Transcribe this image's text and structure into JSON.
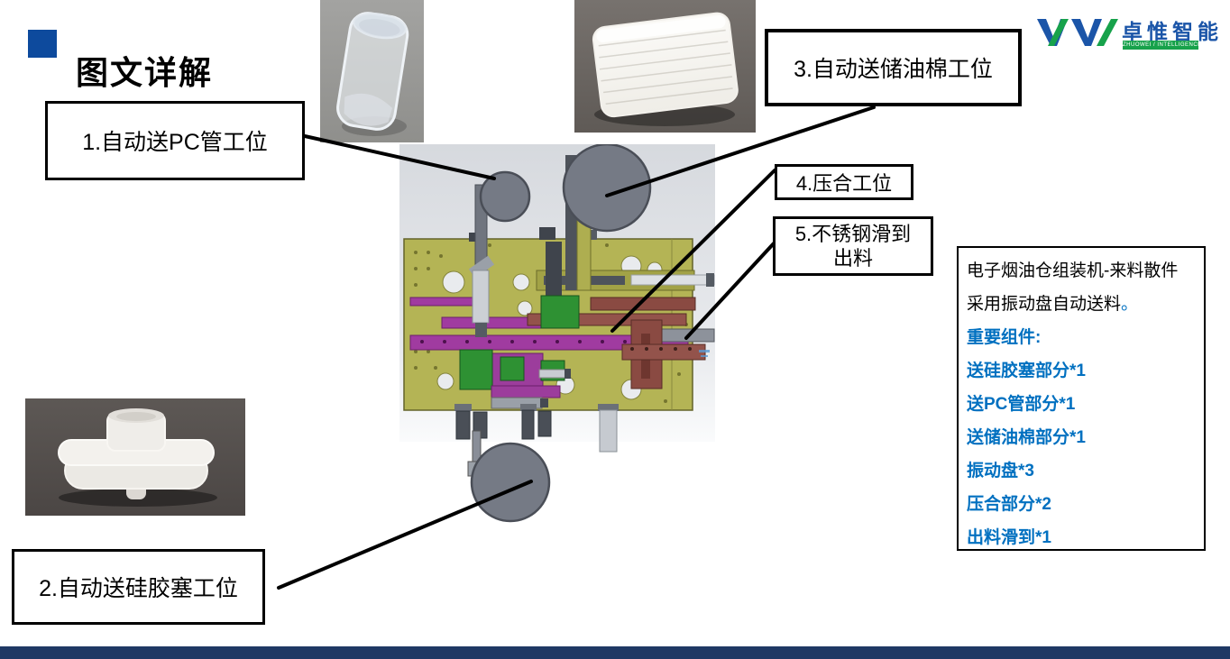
{
  "title": "图文详解",
  "logo": {
    "name": "卓惟智能",
    "subtitle": "ZHUOWEI / INTELLIGENCE"
  },
  "callouts": {
    "pc_tube": "1.自动送PC管工位",
    "silicone_plug": "2.自动送硅胶塞工位",
    "oil_cotton": "3.自动送储油棉工位",
    "press_fit": "4.压合工位",
    "slide_out_line1": "5.不锈钢滑到",
    "slide_out_line2": "出料"
  },
  "info_panel": {
    "line1": "电子烟油仓组装机-来料散件",
    "line2": "采用振动盘自动送料",
    "line2_period": "。",
    "heading": "重要组件:",
    "items": [
      "送硅胶塞部分*1",
      "送PC管部分*1",
      "送储油棉部分*1",
      "振动盘*3",
      "压合部分*2",
      "出料滑到*1"
    ]
  },
  "colors": {
    "accent_blue": "#0d4a9d",
    "info_blue": "#0070c0",
    "logo_blue": "#1b55a8",
    "logo_green": "#17a24b",
    "footer_navy": "#1f3864",
    "plate_olive": "#b4b455",
    "disc_gray": "#757a85"
  }
}
